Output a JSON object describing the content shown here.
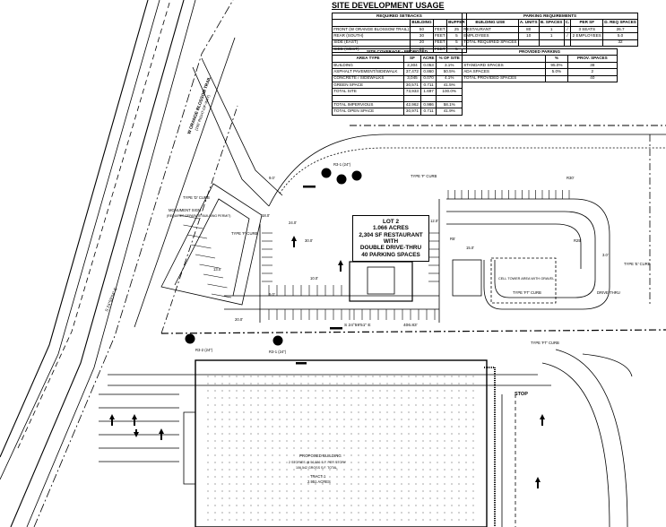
{
  "title": "SITE DEVELOPMENT USAGE",
  "setbacks": {
    "caption": "REQUIRED SETBACKS",
    "headers": [
      "",
      "BUILDING",
      "",
      "BUFFER"
    ],
    "rows": [
      [
        "FRONT (W ORANGE BLOSSOM TRAIL)",
        "50",
        "FEET",
        "25"
      ],
      [
        "REAR (SOUTH)",
        "30",
        "FEET",
        "5"
      ],
      [
        "SIDE (EAST)",
        "20",
        "FEET",
        "5"
      ],
      [
        "SIDE (WEST)",
        "20",
        "FEET",
        "5"
      ]
    ]
  },
  "coverage": {
    "caption": "SITE COVERAGE - PROPOSED",
    "headers": [
      "AREA TYPE",
      "SF",
      "ACRE",
      "% OF SITE"
    ],
    "rows": [
      [
        "BUILDING",
        "2,304",
        "0.053",
        "3.1%"
      ],
      [
        "ASPHALT PAVEMENT/SIDEWALK",
        "37,472",
        "0.860",
        "50.5%"
      ],
      [
        "CONCRETE / SIDEWALKS",
        "3,045",
        "0.070",
        "4.1%"
      ],
      [
        "GREEN SPACE",
        "30,571",
        "0.711",
        "41.5%"
      ],
      [
        "TOTAL SITE",
        "73,933",
        "1.697",
        "100.0%"
      ],
      [
        "",
        "",
        "",
        ""
      ],
      [
        "TOTAL IMPERVIOUS",
        "42,962",
        "0.986",
        "58.1%"
      ],
      [
        "TOTAL OPEN SPACE",
        "30,971",
        "0.711",
        "41.9%"
      ]
    ]
  },
  "parking_req": {
    "caption": "PARKING REQUIREMENTS",
    "headers": [
      "BUILDING USE",
      "A. UNITS",
      "B. SPACES",
      "C.",
      "PER SF",
      "D. REQ SPACES"
    ],
    "rows": [
      [
        "RESTAURANT",
        "80",
        "1",
        "/",
        "3 SEATS",
        "26.7"
      ],
      [
        "EMPLOYEES",
        "10",
        "1",
        "/",
        "2 EMPLOYEES",
        "5.0"
      ],
      [
        "TOTAL REQUIRED SPACES",
        "",
        "",
        "",
        "",
        "32"
      ]
    ]
  },
  "parking_prov": {
    "caption": "PROVIDED PARKING",
    "headers": [
      "",
      "%",
      "PROV. SPACES"
    ],
    "rows": [
      [
        "STANDARD SPACES",
        "95.0%",
        "38"
      ],
      [
        "ADA SPACES",
        "5.0%",
        "2"
      ],
      [
        "TOTAL PROVIDED SPACES",
        "",
        "40"
      ]
    ]
  },
  "lot": {
    "line1": "LOT 2",
    "line2": "1.066 ACRES",
    "line3": "2,304 SF RESTAURANT WITH",
    "line4": "DOUBLE DRIVE-THRU",
    "line5": "40 PARKING SPACES"
  },
  "labels": {
    "road_name": "W ORANGE BLOSSOM TRAIL",
    "road_sub": "(100' RIGHT-OF-WAY)",
    "monument": "MONUMENT SIGN",
    "monument_sub": "(REQUIRES SEPARATE BUILDING PERMIT)",
    "cell_tower": "CELL TOWER AREA WITH GRAVEL",
    "drive_thru": "DRIVE-THRU",
    "building": "PROPOSED BUILDING",
    "building_sub": "2 STORIES @ 56,386 S.F. PER STORY",
    "building_sub2": "106,542 GROSS S.F. TOTAL",
    "tract": "TRACT 1",
    "tract_sub": "2.951 ACRES",
    "stop": "STOP",
    "bearing": "S 24°59'51\" E",
    "distance": "406.83'",
    "bearing2": "S 24°59'54\" E",
    "curb_f": "TYPE 'F' CURB",
    "curb_d": "TYPE 'D' CURB",
    "curb_ft": "TYPE 'FT' CURB",
    "curb_e": "TYPE 'E' CURB",
    "ms1": "R3-1 (24\")",
    "ms2": "R3-2 (24\")",
    "sign1": "R3-1 (24\")",
    "dim_a": "9.0'",
    "dim_b": "18.0'",
    "dim_c": "24.0'",
    "dim_d": "12.0'",
    "dim_e": "R5'",
    "dim_f": "R25'",
    "dim_g": "R30'",
    "dim_h": "10.0'",
    "dim_i": "5.0'",
    "dim_j": "15.0'",
    "dim_k": "3.0'",
    "dim_l": "13.0'",
    "dim_m": "20.0'",
    "dim_n": "30.0'"
  }
}
